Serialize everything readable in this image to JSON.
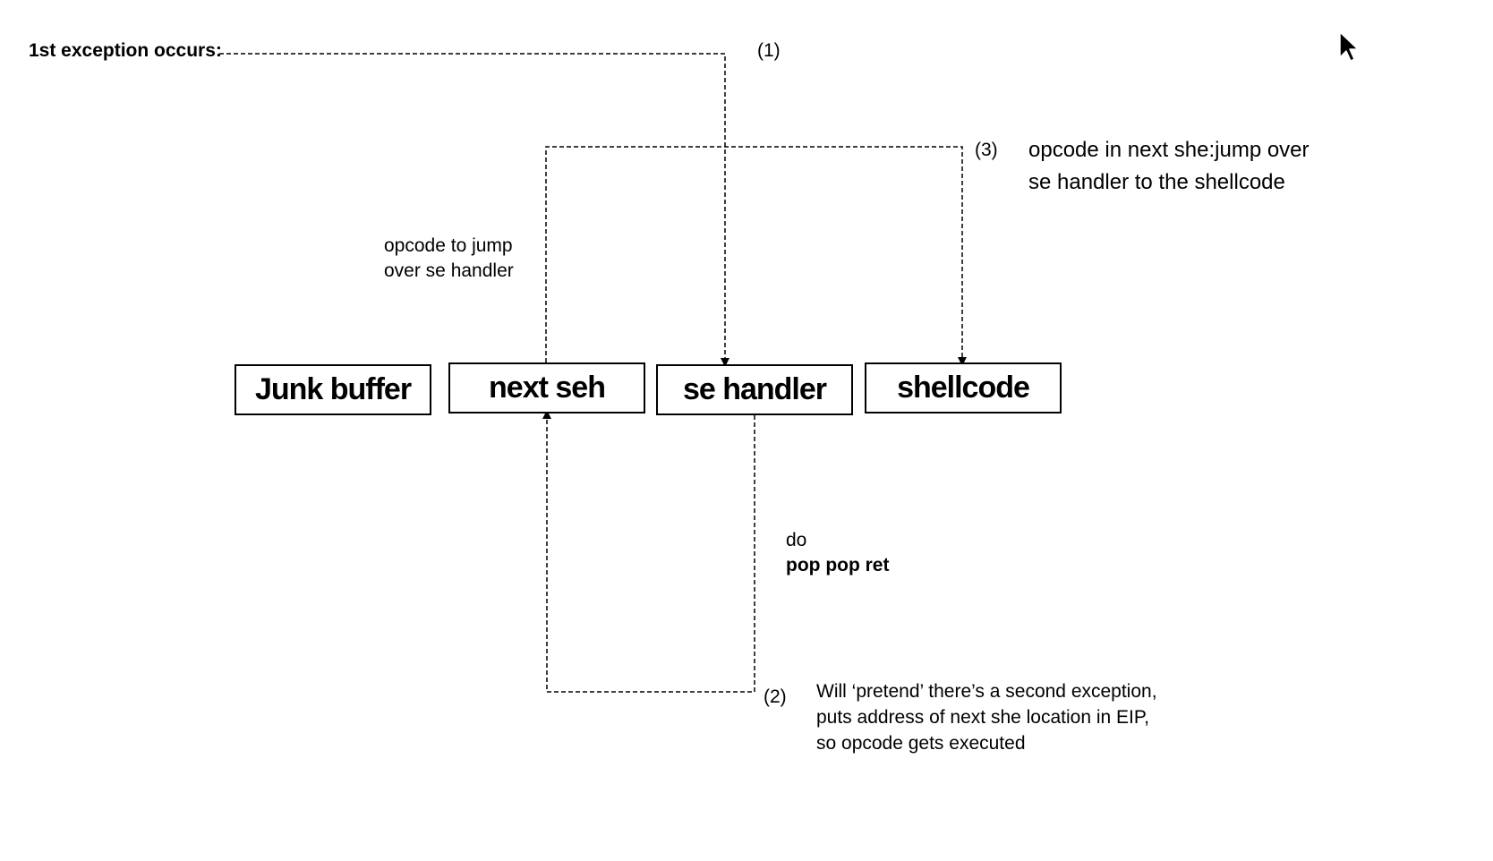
{
  "title": "1st exception occurs:",
  "boxes": {
    "junk_buffer": "Junk buffer",
    "next_seh": "next seh",
    "se_handler": "se handler",
    "shellcode": "shellcode"
  },
  "steps": {
    "step1": "(1)",
    "step2": "(2)",
    "step3": "(3)"
  },
  "annotations": {
    "opcode_jump": [
      "opcode to jump",
      "over se handler"
    ],
    "step3_note": [
      "opcode in next she:jump over",
      "se handler to the shellcode"
    ],
    "pop_pop_ret": {
      "prefix": "do",
      "instruction": "pop pop ret"
    },
    "step2_note": [
      "Will ‘pretend’ there’s a second exception,",
      "puts address of next she location in EIP,",
      "so opcode gets executed"
    ]
  },
  "colors": {
    "line": "#000000",
    "box_border": "#000000",
    "background": "#ffffff"
  },
  "icons": [
    "mouse-pointer-icon"
  ]
}
